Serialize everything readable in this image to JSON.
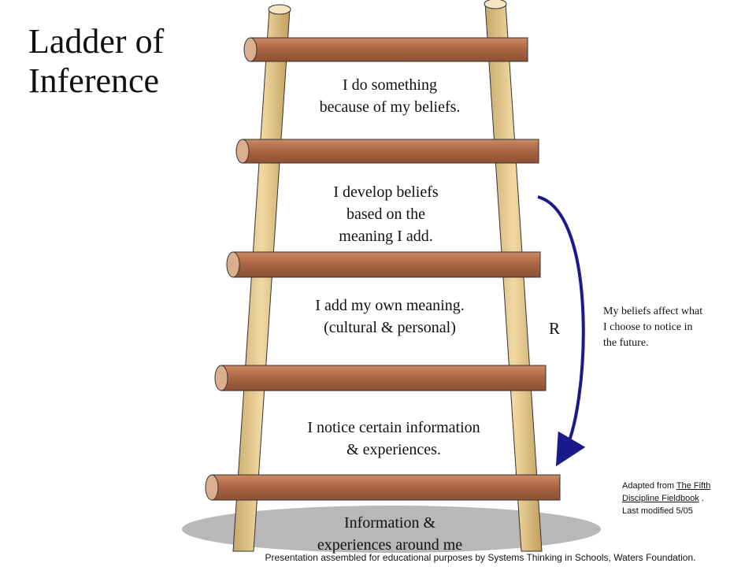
{
  "title": {
    "line1": "Ladder of",
    "line2": "Inference"
  },
  "rungs": [
    {
      "line1": "I do something",
      "line2": "because of my beliefs.",
      "line3": ""
    },
    {
      "line1": "I develop beliefs",
      "line2": "based on the",
      "line3": "meaning I add."
    },
    {
      "line1": "I add my own meaning.",
      "line2": "(cultural & personal)",
      "line3": ""
    },
    {
      "line1": "I notice certain information",
      "line2": "& experiences.",
      "line3": ""
    }
  ],
  "base": {
    "line1": "Information &",
    "line2": "experiences around me"
  },
  "loop": {
    "label": "R",
    "note_line1": "My beliefs affect what",
    "note_line2": "I  choose to notice in",
    "note_line3": "the future.",
    "color": "#1a1a8c"
  },
  "credit": {
    "prefix": "Adapted from ",
    "book": "The Fifth Discipline Fieldbook",
    "suffix": " .",
    "modified": "Last modified 5/05"
  },
  "footer": "Presentation assembled for educational purposes  by Systems Thinking in Schools,  Waters Foundation.",
  "colors": {
    "rail": "#e8c98c",
    "rung": "#b5704a",
    "rung_end": "#dcae90",
    "base_ellipse": "#b8b8b8"
  }
}
